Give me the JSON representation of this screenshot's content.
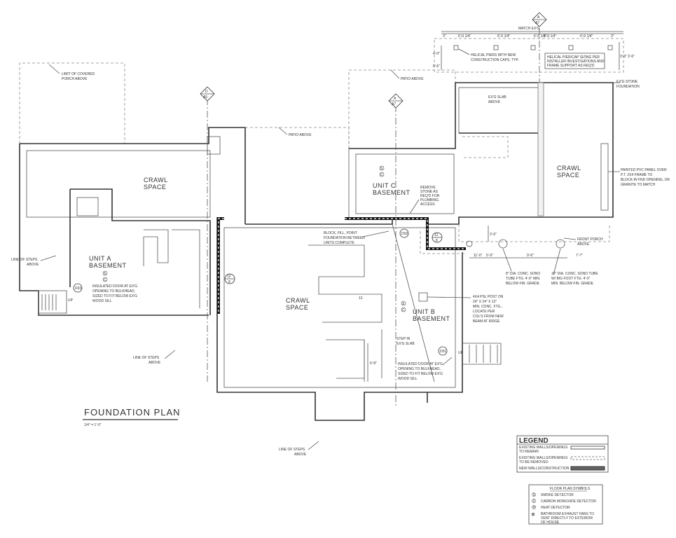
{
  "title": "FOUNDATION PLAN",
  "scale": "1/4\" = 1'-0\"",
  "rooms": {
    "crawl_a": [
      "CRAWL",
      "SPACE"
    ],
    "unit_a": [
      "UNIT A",
      "BASEMENT"
    ],
    "crawl_main": [
      "CRAWL",
      "SPACE"
    ],
    "unit_b": [
      "UNIT B",
      "BASEMENT"
    ],
    "unit_c": [
      "UNIT C",
      "BASEMENT"
    ],
    "crawl_right": [
      "CRAWL",
      "SPACE"
    ]
  },
  "notes": {
    "limit_porch": [
      "LIMIT OF COVERED",
      "PORCH ABOVE"
    ],
    "patio_1": "PATIO ABOVE",
    "patio_2": "PATIO ABOVE",
    "match_exg": "MATCH EX'G",
    "helical_piers": [
      "HELICAL PIERS WITH NEW",
      "CONSTRUCTION CAPS, TYP."
    ],
    "helical_sizing": [
      "HELICAL PIER/CAP SIZING PER",
      "INSTALLER INVESTIGATIONS AND",
      "FRAME SUPPORT AS REQ'D"
    ],
    "exg_slab": [
      "EX'G SLAB",
      "ABOVE"
    ],
    "exg_stone": [
      "EX'G STONE",
      "FOUNDATION"
    ],
    "pvc_panel": [
      "PAINTED PVC PANEL OVER",
      "P.T. 2X4 FRAME TO",
      "BLOCK-IN FND OPENING, OR",
      "GRANITE TO MATCH"
    ],
    "remove_stone": [
      "REMOVE",
      "STONE AS",
      "REQ'D FOR",
      "PLUMBING",
      "ACCESS"
    ],
    "block_fill": [
      "BLOCK, FILL, POINT",
      "FOUNDATION BETWEEN",
      "UNITS COMPLETE"
    ],
    "front_porch": [
      "FRONT PORCH",
      "ABOVE"
    ],
    "sono_8": [
      "8\" DIA. CONC. SONO",
      "TUBE FTG. 4'-0\" MIN.",
      "BELOW FIN. GRADE"
    ],
    "sono_10": [
      "10\" DIA. CONC. SONO TUBE",
      "W/ BIG FOOT FTG. 4'-0\"",
      "MIN. BELOW FIN. GRADE"
    ],
    "psl_post": [
      "4X4 PSL POST ON",
      "24\" X 24\" X 12\"",
      "MIN. CONC. FTG.,",
      "LOCATE PER",
      "COL'S FROM NEW",
      "BEAM AT RIDGE"
    ],
    "step_in": [
      "STEP IN",
      "EX'G SLAB"
    ],
    "door_b": [
      "INSULATED DOOR AT EX'G",
      "OPENING TO BULKHEAD,",
      "SIZED TO FIT BELOW EX'G",
      "WOOD SILL"
    ],
    "door_a": [
      "INSULATED DOOR AT EX'G",
      "OPENING TO BULKHEAD,",
      "SIZED TO FIT BELOW EX'G",
      "WOOD SILL"
    ],
    "steps_1": [
      "LINE OF STEPS",
      "ABOVE"
    ],
    "steps_2": [
      "LINE OF STEPS",
      "ABOVE"
    ],
    "steps_3": [
      "LINE OF STEPS",
      "ABOVE"
    ]
  },
  "dims": {
    "top": [
      "3\"",
      "6'-0 1/4\"",
      "6'-0 1/4\"",
      "6'-0 1/4\"",
      "6'-0 1/4\"",
      "6'-0 1/4\"",
      "3\""
    ],
    "left_4": "4'-0\"",
    "left_5": "5'-6\"",
    "right_3a": "3'-6\"",
    "right_3b": "3'-6\"",
    "d_11": "11'-0\"",
    "d_5": "5'-9\"",
    "d_9": "9'-6\"",
    "d_7": "7'-7\"",
    "d_6": "6'-8\"",
    "d_3": "3'-6\""
  },
  "tags": {
    "door_001": "D01",
    "door_002": "D02",
    "door_003": "D03",
    "up_a": "UP",
    "up_b": "UP",
    "section_a_top": "A",
    "section_a_bot": "A7",
    "section_d_top": "D",
    "section_d_bot": "A5",
    "detail_12": "12",
    "detail_8": "8",
    "detail_13": "13",
    "smoke": "S",
    "co": "C"
  },
  "legend": {
    "title": "LEGEND",
    "items": [
      [
        "EXISTING WALLS/OPENINGS",
        "TO REMAIN"
      ],
      [
        "EXISTING WALLS/OPENINGS",
        "TO BE REMOVED"
      ],
      [
        "NEW WALLS/CONSTRUCTION"
      ]
    ]
  },
  "symbols": {
    "title": "FLOOR PLAN SYMBOLS",
    "items": [
      {
        "glyph": "S",
        "label": [
          "SMOKE DETECTOR"
        ]
      },
      {
        "glyph": "C",
        "label": [
          "CARBON MONOXIDE DETECTOR"
        ]
      },
      {
        "glyph": "H",
        "label": [
          "HEAT DETECTOR"
        ]
      },
      {
        "glyph": "⊠",
        "label": [
          "BATHROOM EXHAUST FANS TO",
          "VENT DIRECTLY TO EXTERIOR",
          "OF HOUSE"
        ]
      }
    ]
  }
}
